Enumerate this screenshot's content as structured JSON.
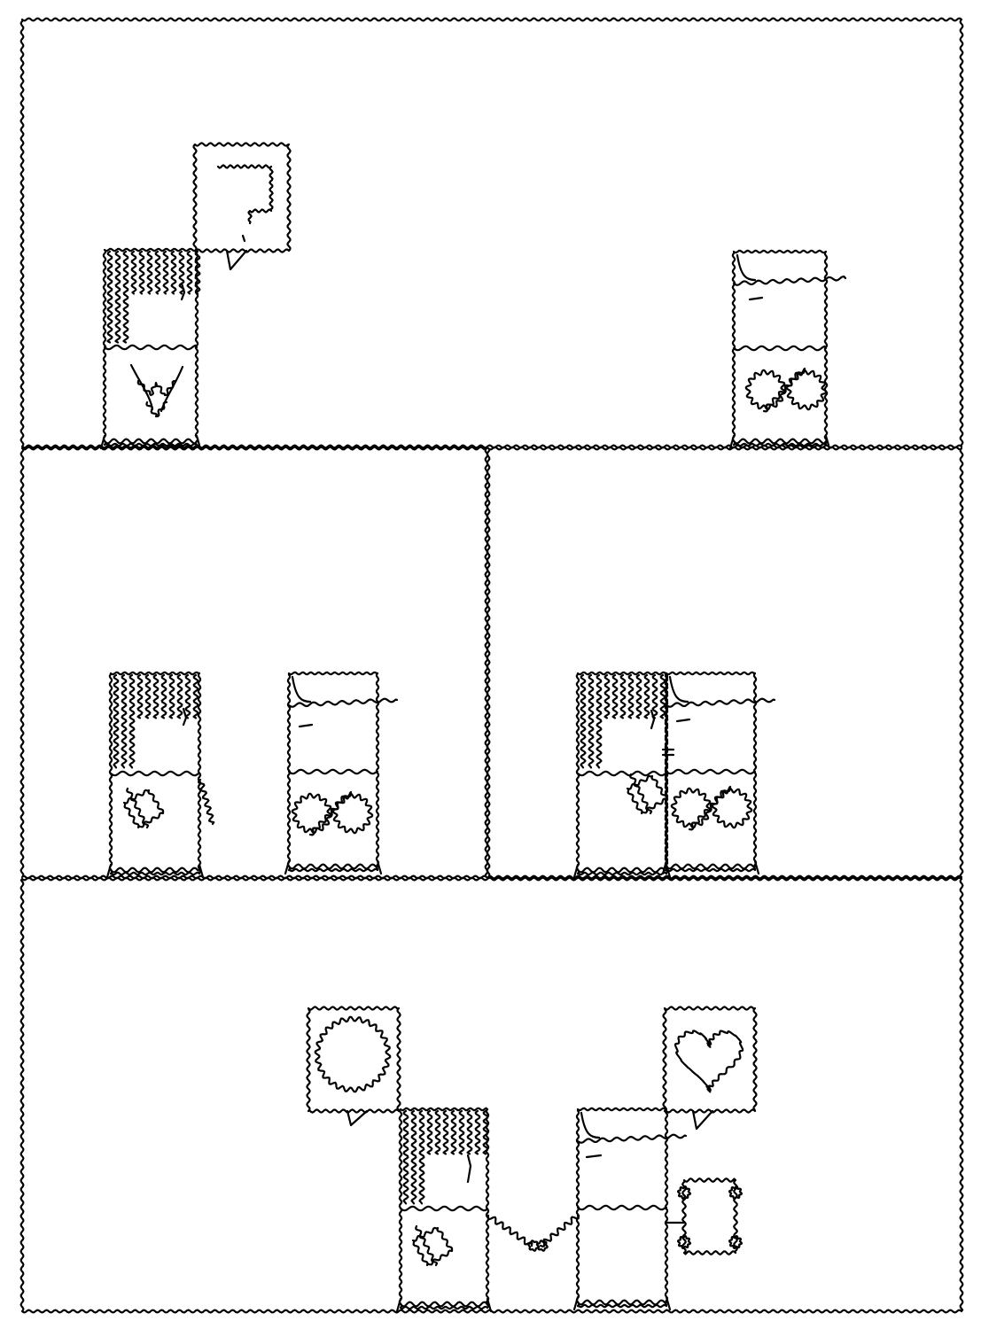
{
  "page": {
    "panel_count": 4,
    "colors": {
      "ink": "#000000",
      "paper": "#ffffff"
    }
  },
  "panels": [
    {
      "id": "panel-1",
      "figures": [
        {
          "role": "left-robot",
          "hair": "wavy",
          "tummy": "heart-shape",
          "speech_bubble": "question-mark"
        },
        {
          "role": "right-robot",
          "hair": "flat",
          "tummy": "oval-coils"
        }
      ]
    },
    {
      "id": "panel-2",
      "figures": [
        {
          "role": "left-robot",
          "tummy": "held-square",
          "gesture": "reaching-out"
        },
        {
          "role": "right-robot",
          "tummy": "oval-coils"
        }
      ]
    },
    {
      "id": "panel-3",
      "figures": [
        {
          "role": "overlapping-robots",
          "action": "swap-hearts"
        }
      ]
    },
    {
      "id": "panel-4",
      "figures": [
        {
          "role": "left-robot",
          "tummy": "held-square",
          "speech_bubble": "circle"
        },
        {
          "role": "right-robot",
          "tummy": "empty",
          "holding": "square-heart",
          "speech_bubble": "heart"
        },
        {
          "role": "holding-hands-chain"
        }
      ]
    }
  ]
}
